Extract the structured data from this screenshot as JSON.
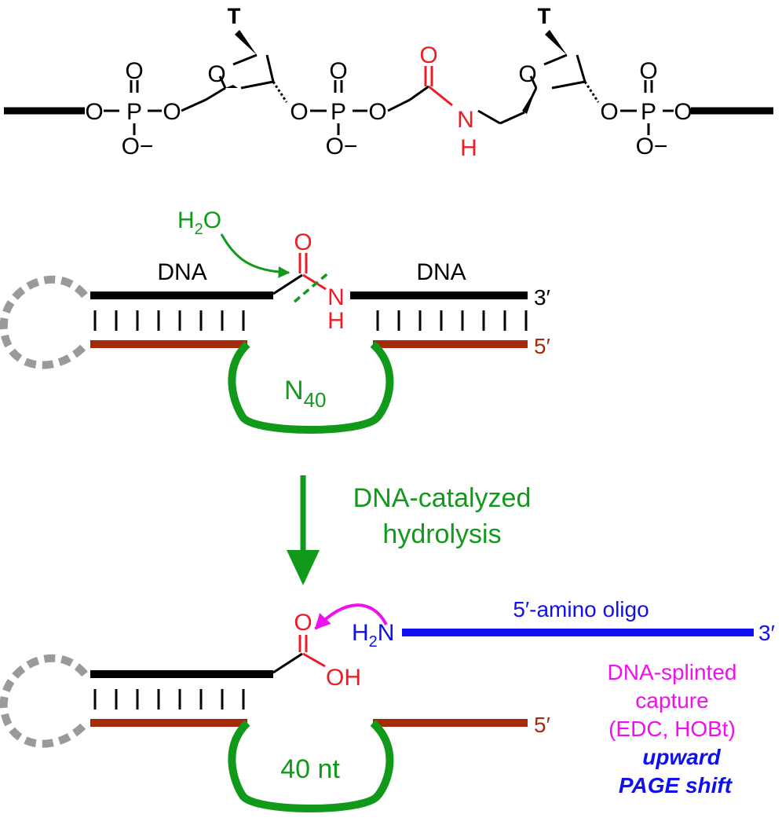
{
  "structure": {
    "base_label": "T",
    "oxygen": "O",
    "phosphorus": "P",
    "oxide": "O−",
    "nitrogen": "N",
    "hydrogen": "H"
  },
  "scheme1": {
    "water": "H",
    "water_sub": "2",
    "water_o": "O",
    "dna_left": "DNA",
    "dna_right": "DNA",
    "end_3prime": "3′",
    "end_5prime": "5′",
    "loop_label": "N",
    "loop_sub": "40",
    "amide_o": "O",
    "amide_n": "N",
    "amide_h": "H"
  },
  "arrow_label": [
    "DNA-catalyzed",
    "hydrolysis"
  ],
  "scheme2": {
    "acid_o": "O",
    "acid_oh": "OH",
    "amine_h": "H",
    "amine_sub": "2",
    "amine_n": "N",
    "oligo_label": "5′-amino oligo",
    "end_3prime": "3′",
    "end_5prime": "5′",
    "loop_label": "40 nt"
  },
  "capture_label": [
    "DNA-splinted",
    "capture",
    "(EDC, HOBt)"
  ],
  "shift_label": [
    "upward",
    "PAGE shift"
  ],
  "colors": {
    "green": "#119a1a",
    "red": "#ee1c24",
    "blue": "#1010ee",
    "magenta": "#ee10ee",
    "brown": "#a52a0a",
    "gray": "#9a9a9a"
  }
}
